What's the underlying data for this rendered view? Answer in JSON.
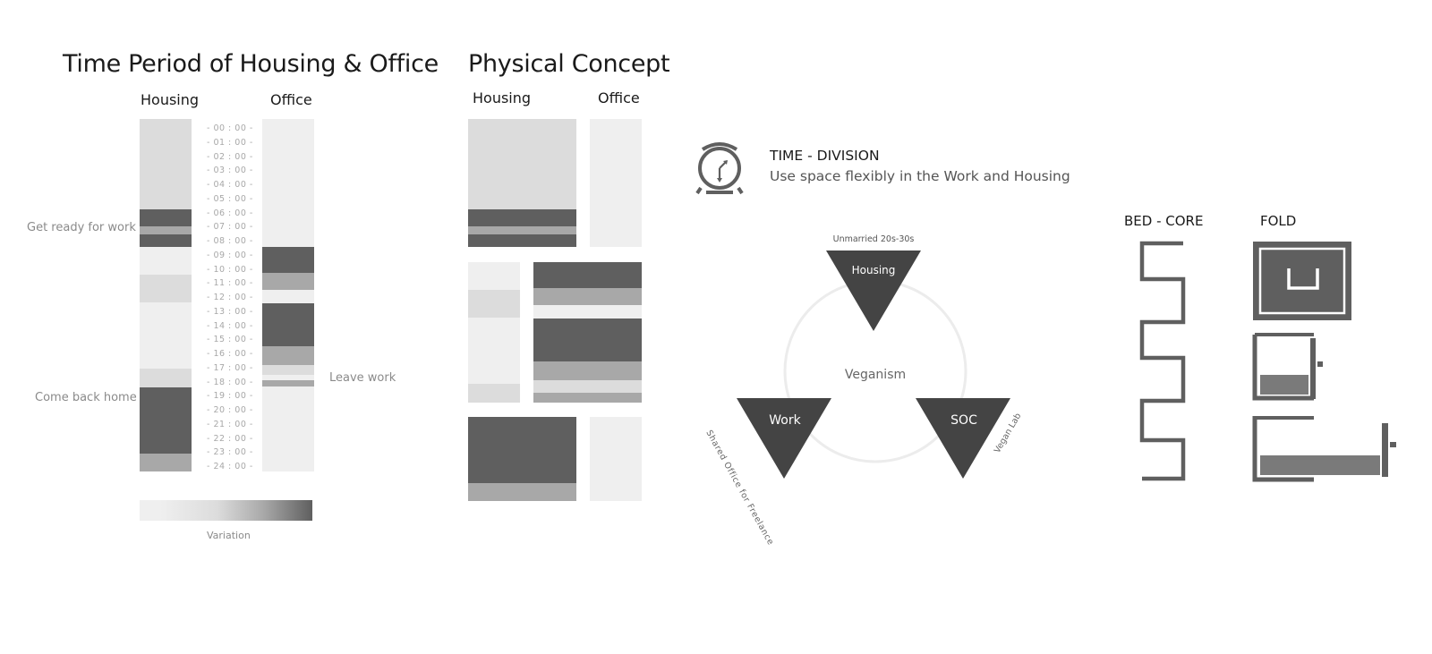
{
  "colors": {
    "light": "#efefef",
    "mid_light": "#dcdcdc",
    "mid": "#a8a8a8",
    "dark": "#5f5f5f",
    "triangle": "#444444",
    "line": "#ececec"
  },
  "time_period": {
    "title": "Time Period of Housing & Office",
    "housing_label": "Housing",
    "office_label": "Office",
    "ticks": [
      "- 00 : 00 -",
      "- 01 : 00 -",
      "- 02 : 00 -",
      "- 03 : 00 -",
      "- 04 : 00 -",
      "- 05 : 00 -",
      "- 06 : 00 -",
      "- 07 : 00 -",
      "- 08 : 00 -",
      "- 09 : 00 -",
      "- 10 : 00 -",
      "- 11 : 00 -",
      "- 12 : 00 -",
      "- 13 : 00 -",
      "- 14 : 00 -",
      "- 15 : 00 -",
      "- 16 : 00 -",
      "- 17 : 00 -",
      "- 18 : 00 -",
      "- 19 : 00 -",
      "- 20 : 00 -",
      "- 21 : 00 -",
      "- 22 : 00 -",
      "- 23 : 00 -",
      "- 24 : 00 -"
    ],
    "notes": {
      "get_ready": "Get ready for work",
      "come_back": "Come back home",
      "leave_work": "Leave work"
    },
    "variation_label": "Variation"
  },
  "physical": {
    "title": "Physical Concept",
    "housing_label": "Housing",
    "office_label": "Office"
  },
  "time_division": {
    "heading": "TIME - DIVISION",
    "text": "Use space flexibly in the Work and Housing",
    "clock_icon": "alarm-clock-icon"
  },
  "triangle_diagram": {
    "center": "Veganism",
    "top_label": "Housing",
    "top_caption": "Unmarried 20s-30s",
    "left_label": "Work",
    "left_caption": "Shared Office for Freelance",
    "right_label": "SOC",
    "right_caption": "Vegan Lab"
  },
  "furniture": {
    "bed_core_label": "BED - CORE",
    "fold_label": "FOLD"
  }
}
